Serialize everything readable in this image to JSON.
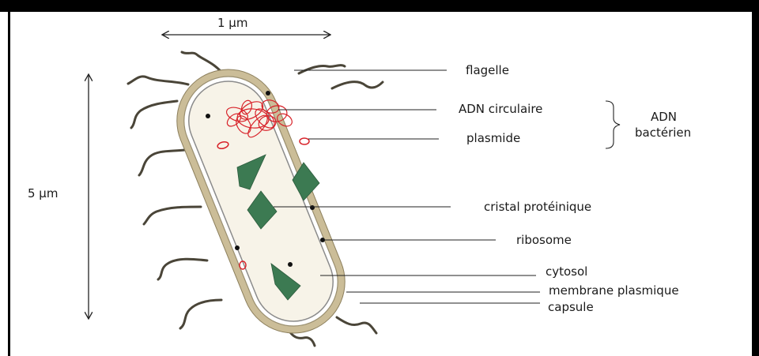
{
  "diagram": {
    "width_label": "1 µm",
    "height_label": "5 µm",
    "labels": {
      "flagelle": "flagelle",
      "adn_circulaire": "ADN circulaire",
      "plasmide": "plasmide",
      "adn_bacterien_line1": "ADN",
      "adn_bacterien_line2": "bactérien",
      "cristal": "cristal protéinique",
      "ribosome": "ribosome",
      "cytosol": "cytosol",
      "membrane": "membrane  plasmique",
      "capsule": "capsule"
    },
    "colors": {
      "capsule": "#cbbd98",
      "cytosol": "#f7f3e8",
      "crystal": "#3c7a52",
      "dna": "#d8232a",
      "flagella": "#4a4538"
    }
  }
}
